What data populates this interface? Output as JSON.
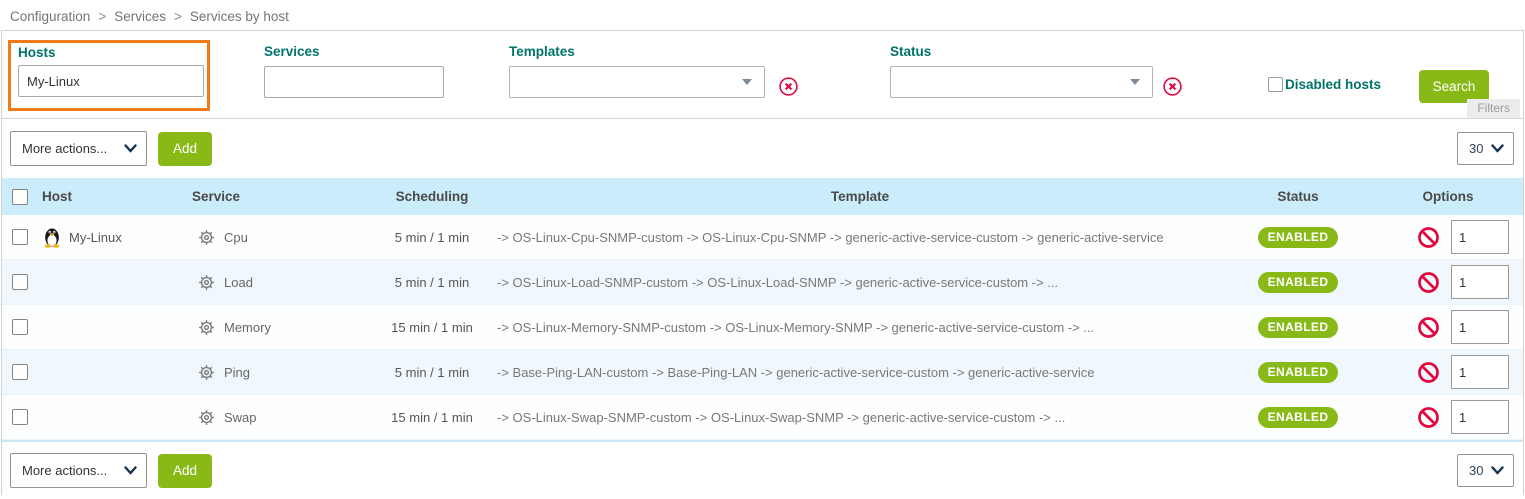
{
  "breadcrumb": {
    "separator": ">",
    "items": [
      "Configuration",
      "Services",
      "Services by host"
    ]
  },
  "filters": {
    "hosts": {
      "label": "Hosts",
      "value": "My-Linux"
    },
    "services": {
      "label": "Services",
      "value": ""
    },
    "templates": {
      "label": "Templates",
      "value": ""
    },
    "status": {
      "label": "Status",
      "value": ""
    },
    "disabled_hosts_label": "Disabled hosts",
    "search_button": "Search",
    "filters_tag": "Filters"
  },
  "toolbar": {
    "more_actions": "More actions...",
    "add_button": "Add",
    "page_size": "30"
  },
  "table": {
    "headers": [
      "Host",
      "Service",
      "Scheduling",
      "Template",
      "Status",
      "Options"
    ],
    "rows": [
      {
        "host": "My-Linux",
        "service": "Cpu",
        "scheduling": "5 min / 1 min",
        "template": "-> OS-Linux-Cpu-SNMP-custom -> OS-Linux-Cpu-SNMP -> generic-active-service-custom -> generic-active-service",
        "status": "ENABLED",
        "options_value": "1"
      },
      {
        "host": "",
        "service": "Load",
        "scheduling": "5 min / 1 min",
        "template": "-> OS-Linux-Load-SNMP-custom -> OS-Linux-Load-SNMP -> generic-active-service-custom -> ...",
        "status": "ENABLED",
        "options_value": "1"
      },
      {
        "host": "",
        "service": "Memory",
        "scheduling": "15 min / 1 min",
        "template": "-> OS-Linux-Memory-SNMP-custom -> OS-Linux-Memory-SNMP -> generic-active-service-custom -> ...",
        "status": "ENABLED",
        "options_value": "1"
      },
      {
        "host": "",
        "service": "Ping",
        "scheduling": "5 min / 1 min",
        "template": "-> Base-Ping-LAN-custom -> Base-Ping-LAN -> generic-active-service-custom -> generic-active-service",
        "status": "ENABLED",
        "options_value": "1"
      },
      {
        "host": "",
        "service": "Swap",
        "scheduling": "15 min / 1 min",
        "template": "-> OS-Linux-Swap-SNMP-custom -> OS-Linux-Swap-SNMP -> generic-active-service-custom -> ...",
        "status": "ENABLED",
        "options_value": "1"
      }
    ]
  },
  "icons": {
    "host_os_icon": "linux-tux",
    "service_icon": "gear",
    "clear_filter_icon": "circled-x",
    "disable_icon": "prohibition-sign",
    "select_arrow_icon": "chevron-down"
  },
  "colors": {
    "accent_green": "#88b917",
    "label_teal": "#00736b",
    "highlight_orange": "#ee7b17",
    "alert_red": "#e2063e",
    "table_header_blue": "#cbecfa"
  }
}
